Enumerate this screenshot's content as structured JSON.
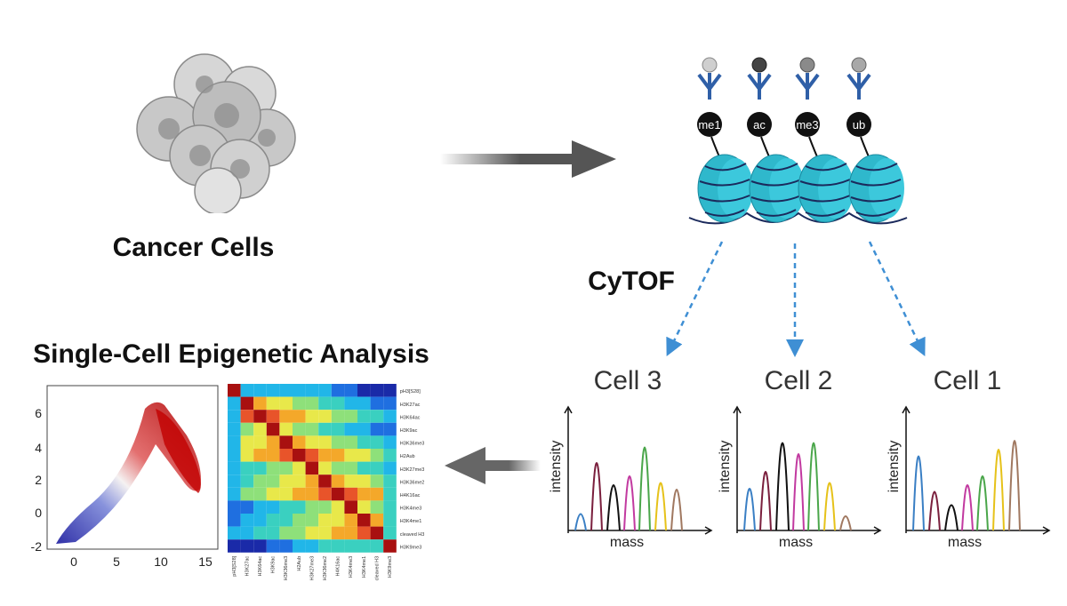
{
  "labels": {
    "cancer_cells": "Cancer Cells",
    "cytof": "CyTOF",
    "analysis": "Single-Cell Epigenetic Analysis"
  },
  "marks": [
    "me1",
    "ac",
    "me3",
    "ub"
  ],
  "cells": [
    {
      "label": "Cell 3",
      "xaxis": "mass",
      "yaxis": "intensity"
    },
    {
      "label": "Cell 2",
      "xaxis": "mass",
      "yaxis": "intensity"
    },
    {
      "label": "Cell 1",
      "xaxis": "mass",
      "yaxis": "intensity"
    }
  ],
  "scatter": {
    "x_ticks": [
      "0",
      "5",
      "10",
      "15"
    ],
    "y_ticks": [
      "6",
      "4",
      "2",
      "0",
      "-2"
    ]
  },
  "heatmap": {
    "markers": [
      "pH3[S28]",
      "H3K27ac",
      "H3K64ac",
      "H3K9ac",
      "H3K36me3",
      "H2Aub",
      "H3K27me3",
      "H3K36me2",
      "H4K16ac",
      "H3K4me3",
      "H3K4me1",
      "cleaved H3",
      "H3K9me3"
    ]
  },
  "colors": {
    "arrow": "#555555",
    "nucleosome": "#2fb8cc",
    "antibody": "#2f5fa7",
    "dashed": "#3f8fd4",
    "peaks": [
      "#3a7fc4",
      "#7a1f3d",
      "#111111",
      "#c23aa0",
      "#4aa64a",
      "#e6c21a",
      "#a07860"
    ]
  }
}
